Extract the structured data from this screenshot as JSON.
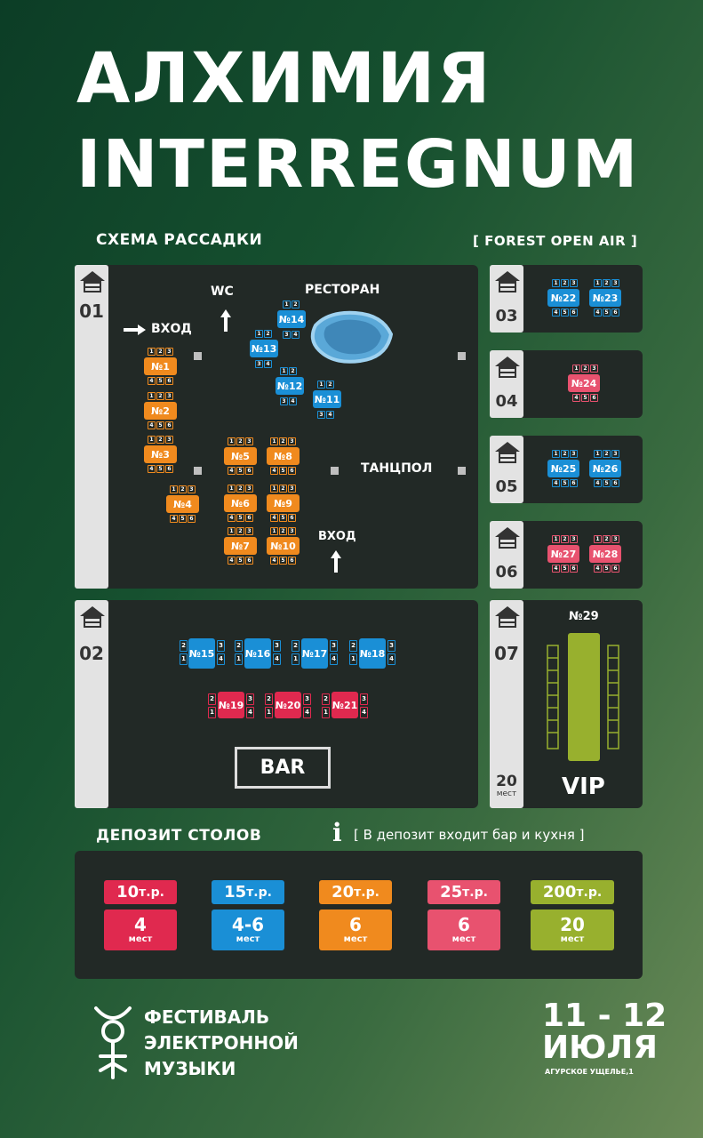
{
  "title_line1": "АЛХИМИЯ",
  "title_line2": "INTERREGNUM",
  "seating_label": "СХЕМА РАССАДКИ",
  "venue_label": "[ FOREST OPEN AIR ]",
  "zones": {
    "z01": "01",
    "z02": "02",
    "z03": "03",
    "z04": "04",
    "z05": "05",
    "z06": "06",
    "z07": "07"
  },
  "map": {
    "wc": "WC",
    "restaurant": "РЕСТОРАН",
    "entrance_left": "ВХОД",
    "dancefloor": "ТАНЦПОЛ",
    "entrance_bottom": "ВХОД",
    "bar": "BAR",
    "vip": "VIP",
    "vip_seats_num": "20",
    "vip_seats_word": "мест"
  },
  "tables": {
    "t1": "№1",
    "t2": "№2",
    "t3": "№3",
    "t4": "№4",
    "t5": "№5",
    "t6": "№6",
    "t7": "№7",
    "t8": "№8",
    "t9": "№9",
    "t10": "№10",
    "t11": "№11",
    "t12": "№12",
    "t13": "№13",
    "t14": "№14",
    "t15": "№15",
    "t16": "№16",
    "t17": "№17",
    "t18": "№18",
    "t19": "№19",
    "t20": "№20",
    "t21": "№21",
    "t22": "№22",
    "t23": "№23",
    "t24": "№24",
    "t25": "№25",
    "t26": "№26",
    "t27": "№27",
    "t28": "№28",
    "t29": "№29"
  },
  "chair_labels": {
    "c1": "1",
    "c2": "2",
    "c3": "3",
    "c4": "4",
    "c5": "5",
    "c6": "6"
  },
  "deposit_label": "ДЕПОЗИТ СТОЛОВ",
  "deposit_note": "[ В депозит входит бар и кухня ]",
  "info_icon": "i",
  "deposits": [
    {
      "price": "10",
      "unit": "т.р.",
      "seats": "4",
      "seats_word": "мест",
      "color": "#e0294f"
    },
    {
      "price": "15",
      "unit": "т.р.",
      "seats": "4-6",
      "seats_word": "мест",
      "color": "#1a8fd6"
    },
    {
      "price": "20",
      "unit": "т.р.",
      "seats": "6",
      "seats_word": "мест",
      "color": "#f08a1e"
    },
    {
      "price": "25",
      "unit": "т.р.",
      "seats": "6",
      "seats_word": "мест",
      "color": "#e8526f"
    },
    {
      "price": "200",
      "unit": "т.р.",
      "seats": "20",
      "seats_word": "мест",
      "color": "#98b02e"
    }
  ],
  "festival": {
    "line1": "ФЕСТИВАЛЬ",
    "line2": "ЭЛЕКТРОННОЙ",
    "line3": "МУЗЫКИ"
  },
  "dates": {
    "days": "11 - 12",
    "month": "ИЮЛЯ",
    "place": "АГУРСКОЕ УЩЕЛЬЕ,1"
  }
}
